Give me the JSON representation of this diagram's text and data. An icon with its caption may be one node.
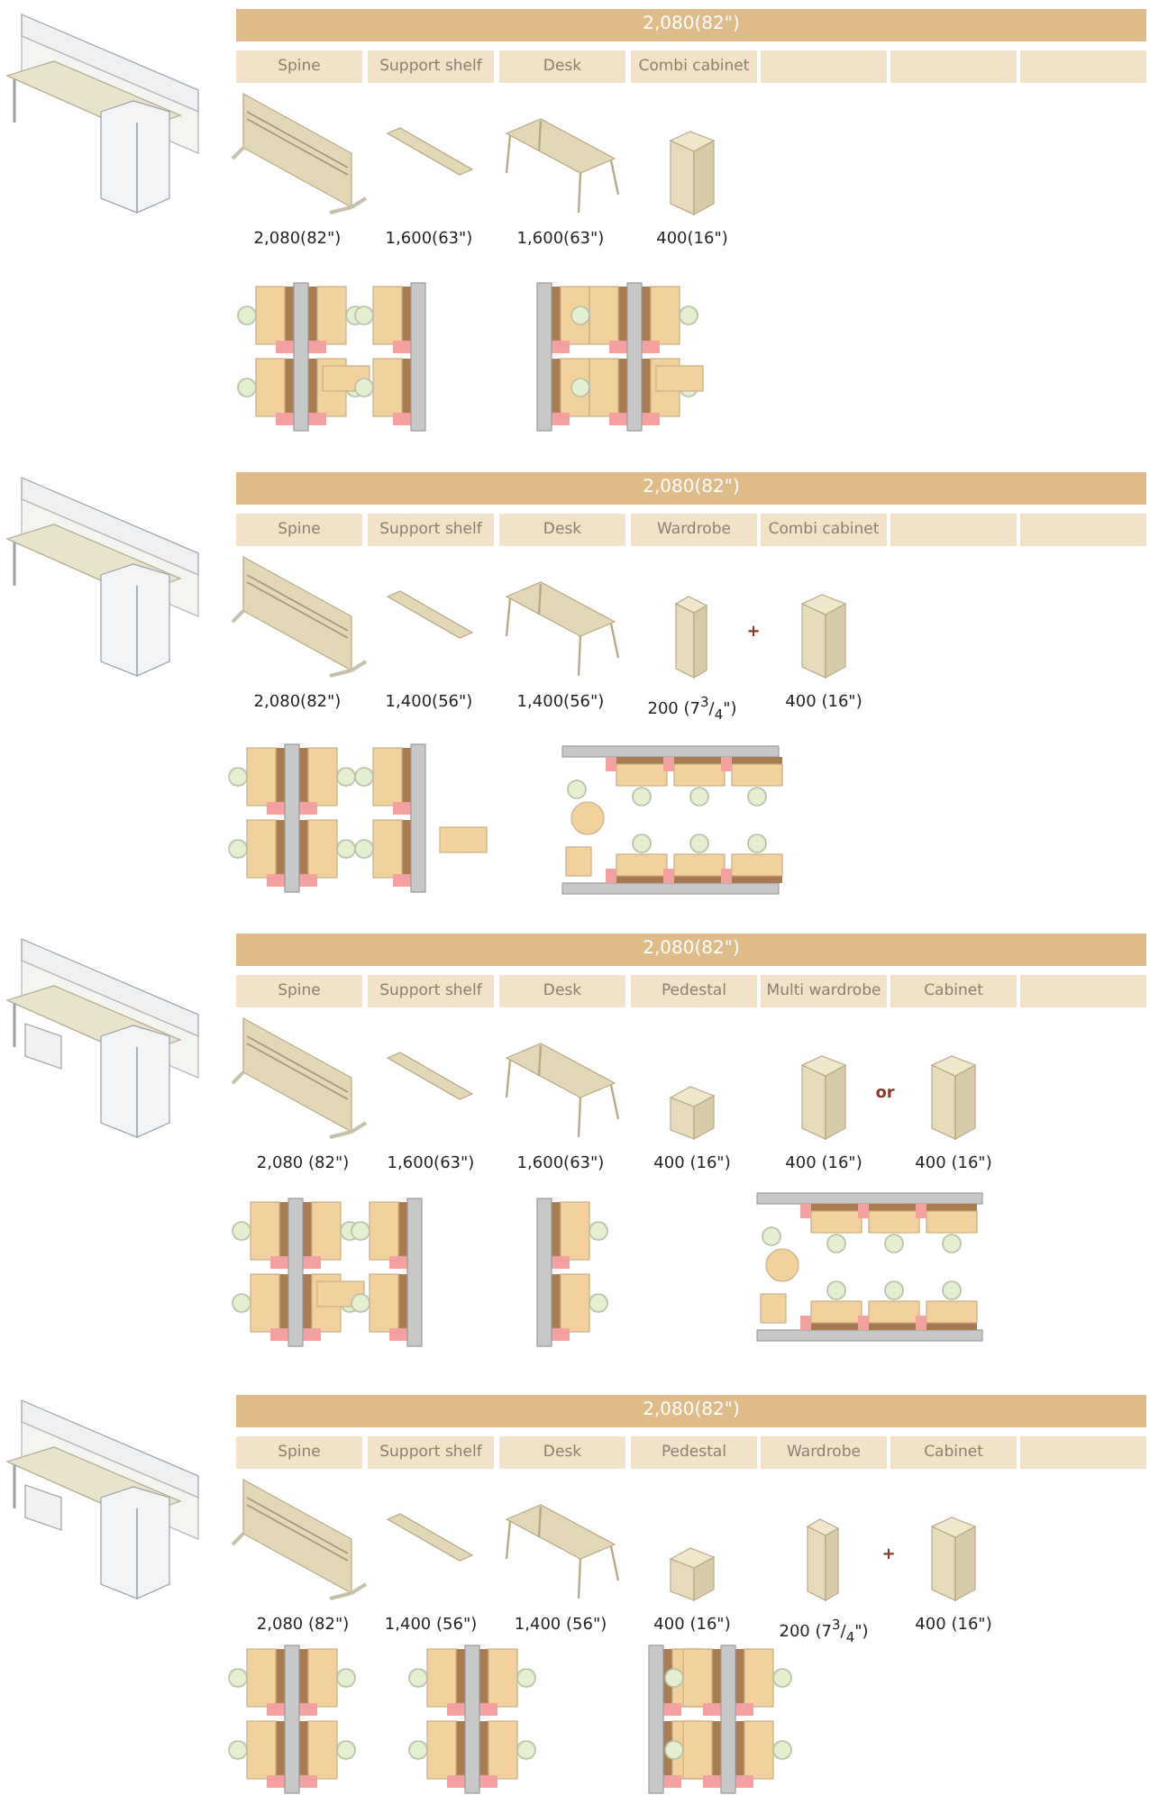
{
  "diagram": {
    "labels": [
      "2,080(82\")",
      "Spine",
      "Support shelf",
      "Desk",
      "Combi cabinet",
      "2,080(82\")",
      "1,600(63\")",
      "1,600(63\")",
      "400(16\")",
      "2,080(82\")",
      "Spine",
      "Support shelf",
      "Desk",
      "Wardrobe",
      "Combi cabinet",
      "2,080(82\")",
      "1,400(56\")",
      "1,400(56\")",
      "200 (7$^{3}$/$_{4}$\")",
      "+",
      "400 (16\")",
      "2,080(82\")",
      "Spine",
      "Support shelf",
      "Desk",
      "Pedestal",
      "Multi wardrobe",
      "Cabinet",
      "2,080 (82\")",
      "1,600(63\")",
      "1,600(63\")",
      "400 (16\")",
      "400 (16\")",
      "or",
      "400 (16\")",
      "2,080(82\")",
      "Spine",
      "Support shelf",
      "Desk",
      "Pedestal",
      "Wardrobe",
      "Cabinet",
      "2,080 (82\")",
      "1,400 (56\")",
      "1,400 (56\")",
      "400 (16\")",
      "200 (7$^{3}$/$_{4}$\")",
      "+",
      "400 (16\")"
    ]
  }
}
